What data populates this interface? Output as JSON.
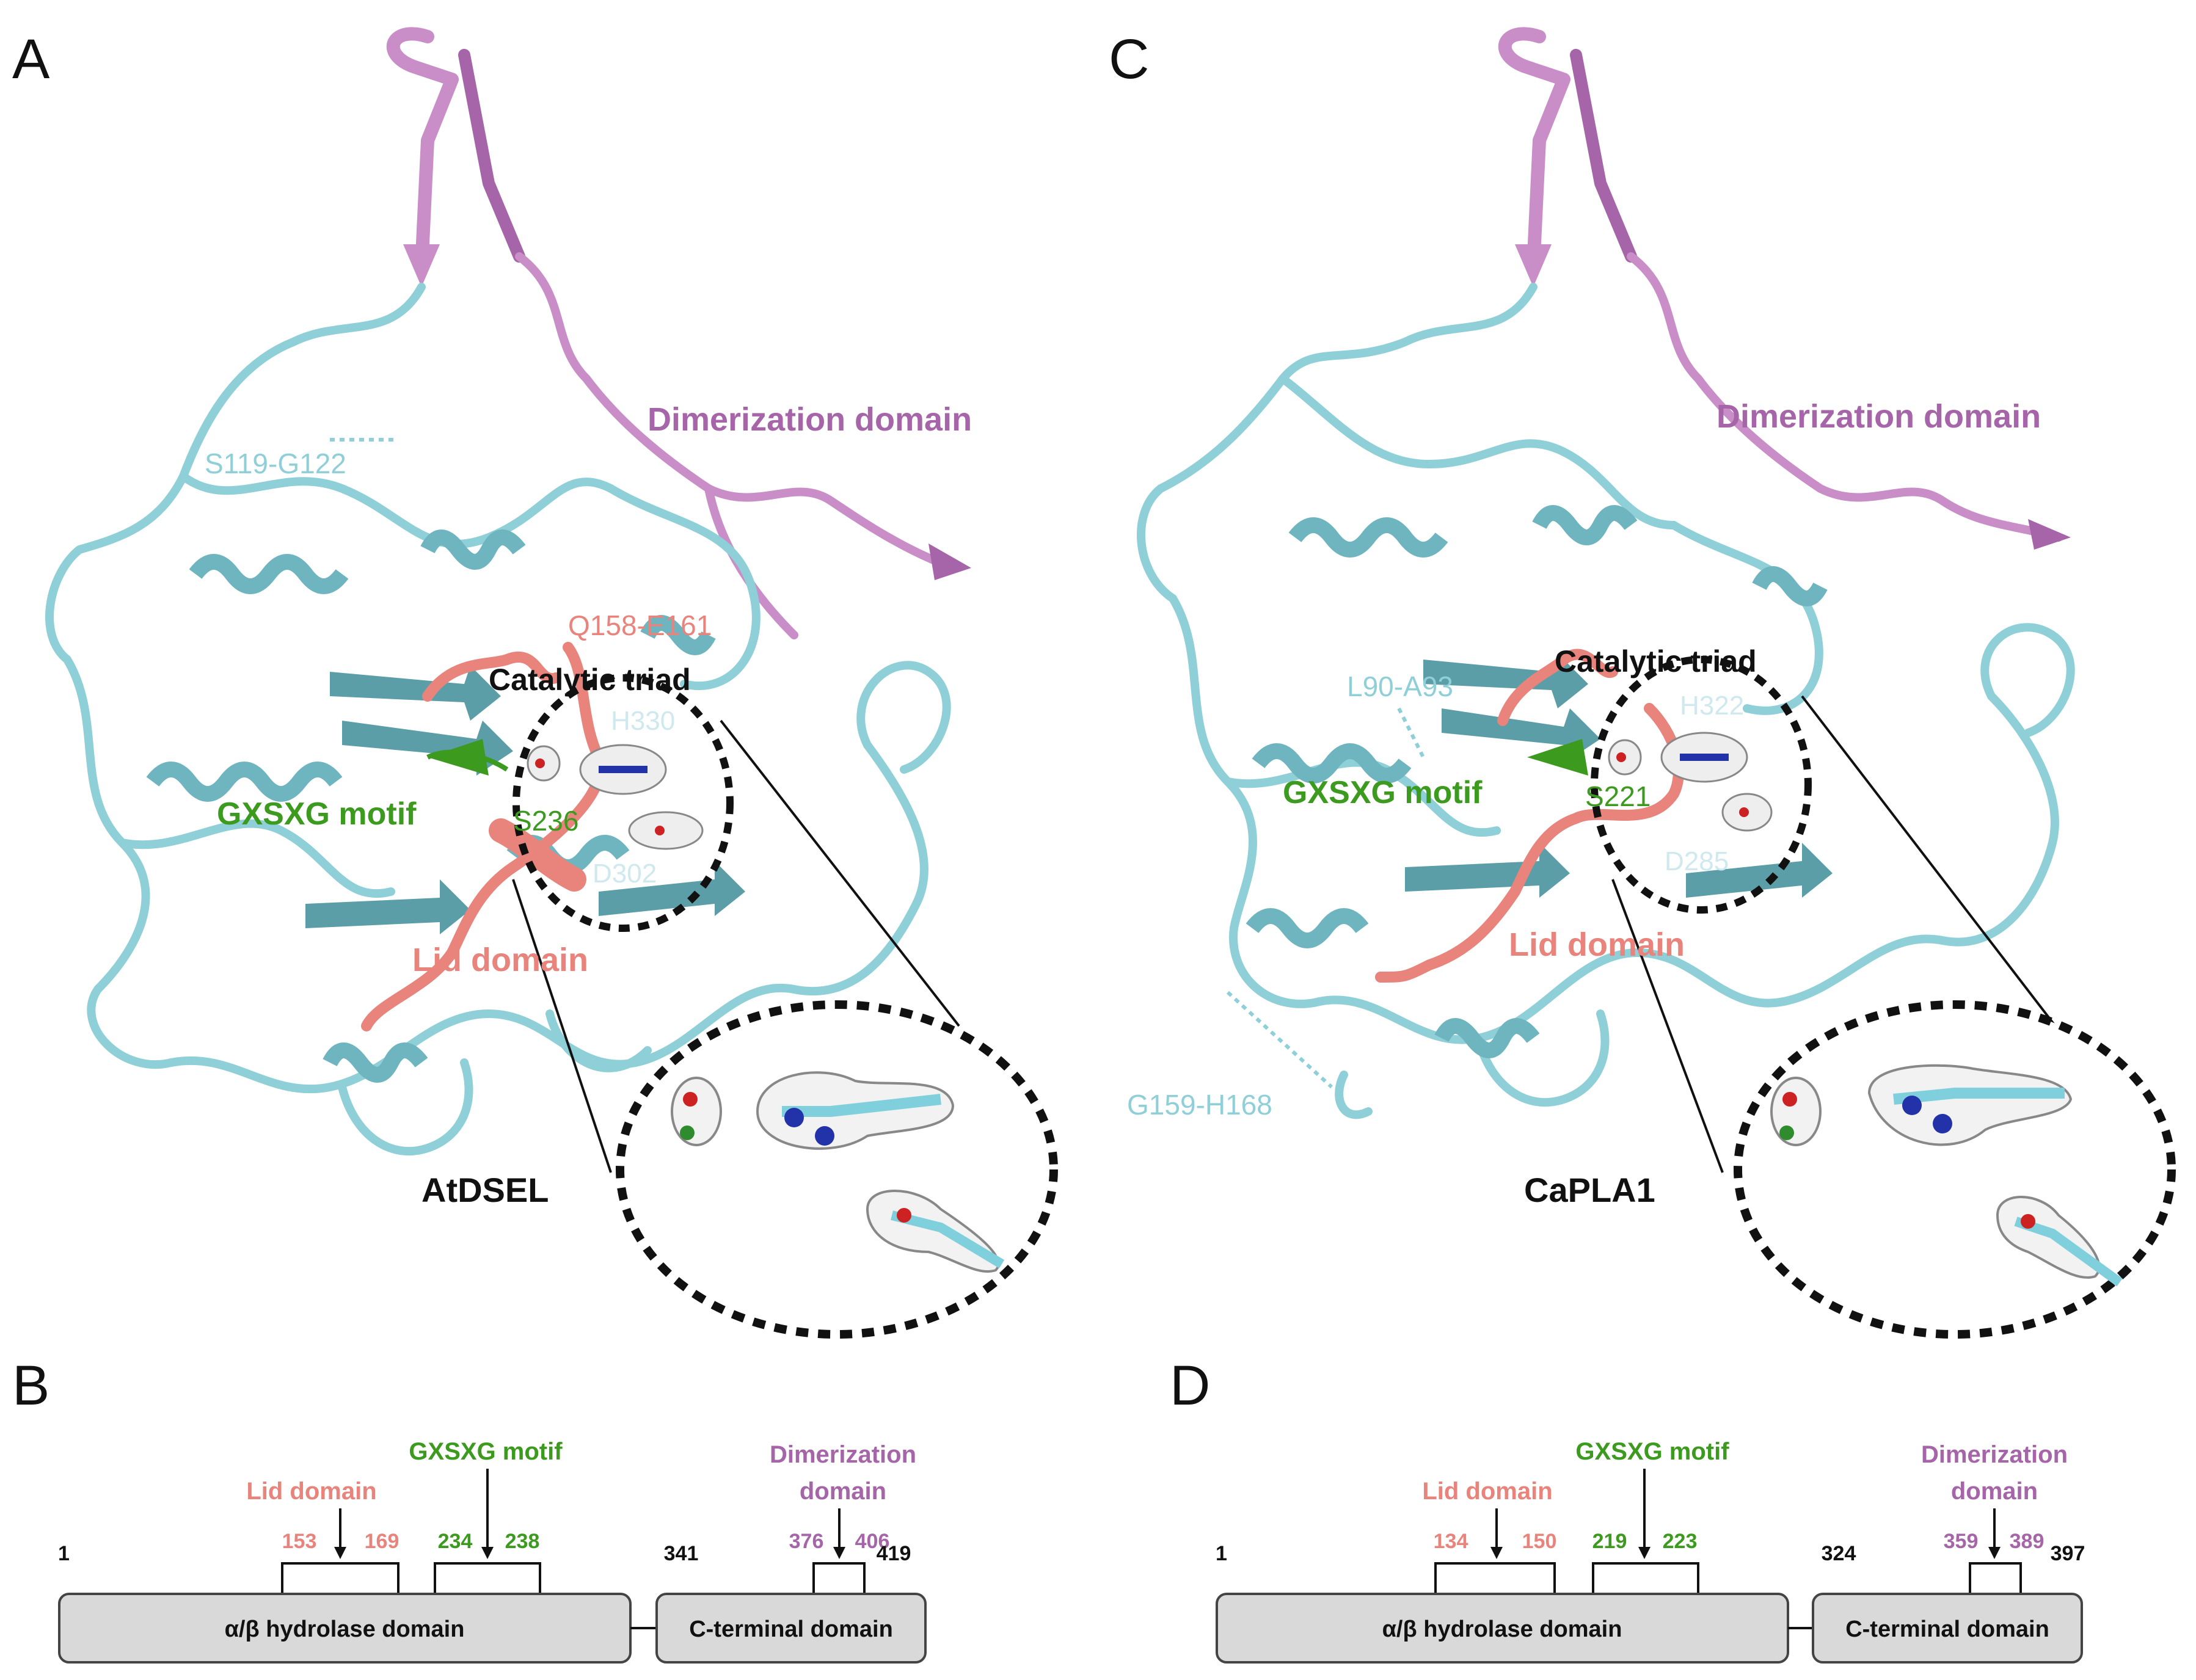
{
  "panels": {
    "A": {
      "letter": "A",
      "protein": "AtDSEL",
      "dimerization": "Dimerization domain",
      "catalytic": "Catalytic triad",
      "gxsxg": "GXSXG motif",
      "lid": "Lid domain",
      "missing1": "S119-G122",
      "lidres": "Q158-E161",
      "res_h": "H330",
      "res_s": "S236",
      "res_d": "D302"
    },
    "C": {
      "letter": "C",
      "protein": "CaPLA1",
      "dimerization": "Dimerization domain",
      "catalytic": "Catalytic triad",
      "gxsxg": "GXSXG motif",
      "lid": "Lid domain",
      "missing1": "L90-A93",
      "missing2": "G159-H168",
      "res_h": "H322",
      "res_s": "S221",
      "res_d": "D285"
    },
    "B": {
      "letter": "B",
      "lid_label": "Lid domain",
      "gxsxg_label": "GXSXG motif",
      "dim_label_1": "Dimerization",
      "dim_label_2": "domain",
      "n_start": "1",
      "lid_start": "153",
      "lid_end": "169",
      "gx_start": "234",
      "gx_end": "238",
      "c_start": "341",
      "dim_start": "376",
      "dim_end": "406",
      "c_end": "419",
      "hydrolase": "α/β hydrolase domain",
      "cterm": "C-terminal domain"
    },
    "D": {
      "letter": "D",
      "lid_label": "Lid domain",
      "gxsxg_label": "GXSXG motif",
      "dim_label_1": "Dimerization",
      "dim_label_2": "domain",
      "n_start": "1",
      "lid_start": "134",
      "lid_end": "150",
      "gx_start": "219",
      "gx_end": "223",
      "c_start": "324",
      "dim_start": "359",
      "dim_end": "389",
      "c_end": "397",
      "hydrolase": "α/β hydrolase domain",
      "cterm": "C-terminal domain"
    }
  },
  "colors": {
    "protein": "#8ecfd8",
    "protein_dark": "#5b9ea8",
    "dimer": "#c98dc8",
    "dimer_text": "#a565a8",
    "lid": "#e8847c",
    "gxsxg": "#3c9a1f",
    "box_fill": "#d9d9d9"
  }
}
